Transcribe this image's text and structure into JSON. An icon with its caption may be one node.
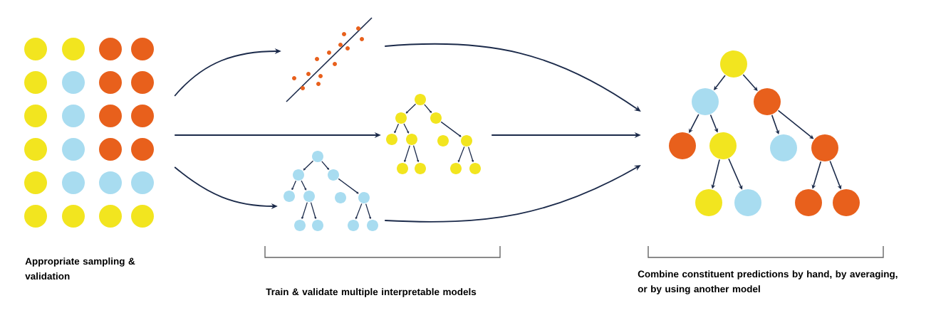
{
  "diagram": {
    "nodes": [
      {
        "text": [],
        "shape": "picture"
      },
      {
        "text": [],
        "shape": "picture"
      },
      {
        "text": [],
        "shape": "picture"
      },
      {
        "text": [],
        "shape": "picture"
      },
      {
        "text": [],
        "shape": "picture"
      }
    ],
    "edges": [
      {
        "from": 0,
        "to": 1,
        "arrow": "to"
      },
      {
        "from": 0,
        "to": 2,
        "arrow": "to"
      },
      {
        "from": 0,
        "to": 3,
        "arrow": "to"
      },
      {
        "from": 1,
        "to": 4,
        "arrow": "to"
      },
      {
        "from": 2,
        "to": 4,
        "arrow": "to"
      },
      {
        "from": 3,
        "to": 4,
        "arrow": "to"
      }
    ],
    "labels": [
      "Appropriate sampling & validation",
      "Train & validate multiple interpretable models",
      "Combine constituent predictions by hand, by averaging, or by using another model"
    ]
  }
}
